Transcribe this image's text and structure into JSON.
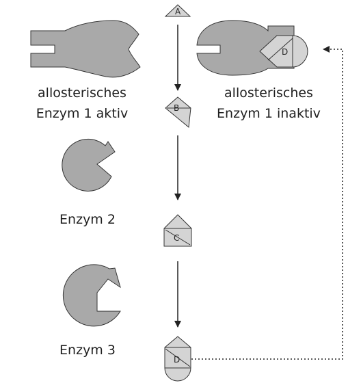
{
  "colors": {
    "enzyme_fill": "#a9a9a9",
    "metabolite_fill": "#d4d4d4",
    "stroke": "#333333",
    "background": "#ffffff"
  },
  "labels": {
    "enzyme1_active_line1": "allosterisches",
    "enzyme1_active_line2": "Enzym 1 aktiv",
    "enzyme1_inactive_line1": "allosterisches",
    "enzyme1_inactive_line2": "Enzym 1 inaktiv",
    "enzyme2": "Enzym 2",
    "enzyme3": "Enzym 3"
  },
  "metabolites": {
    "a": "A",
    "b": "B",
    "c": "C",
    "d_inhibitor": "D",
    "d_product": "D"
  }
}
